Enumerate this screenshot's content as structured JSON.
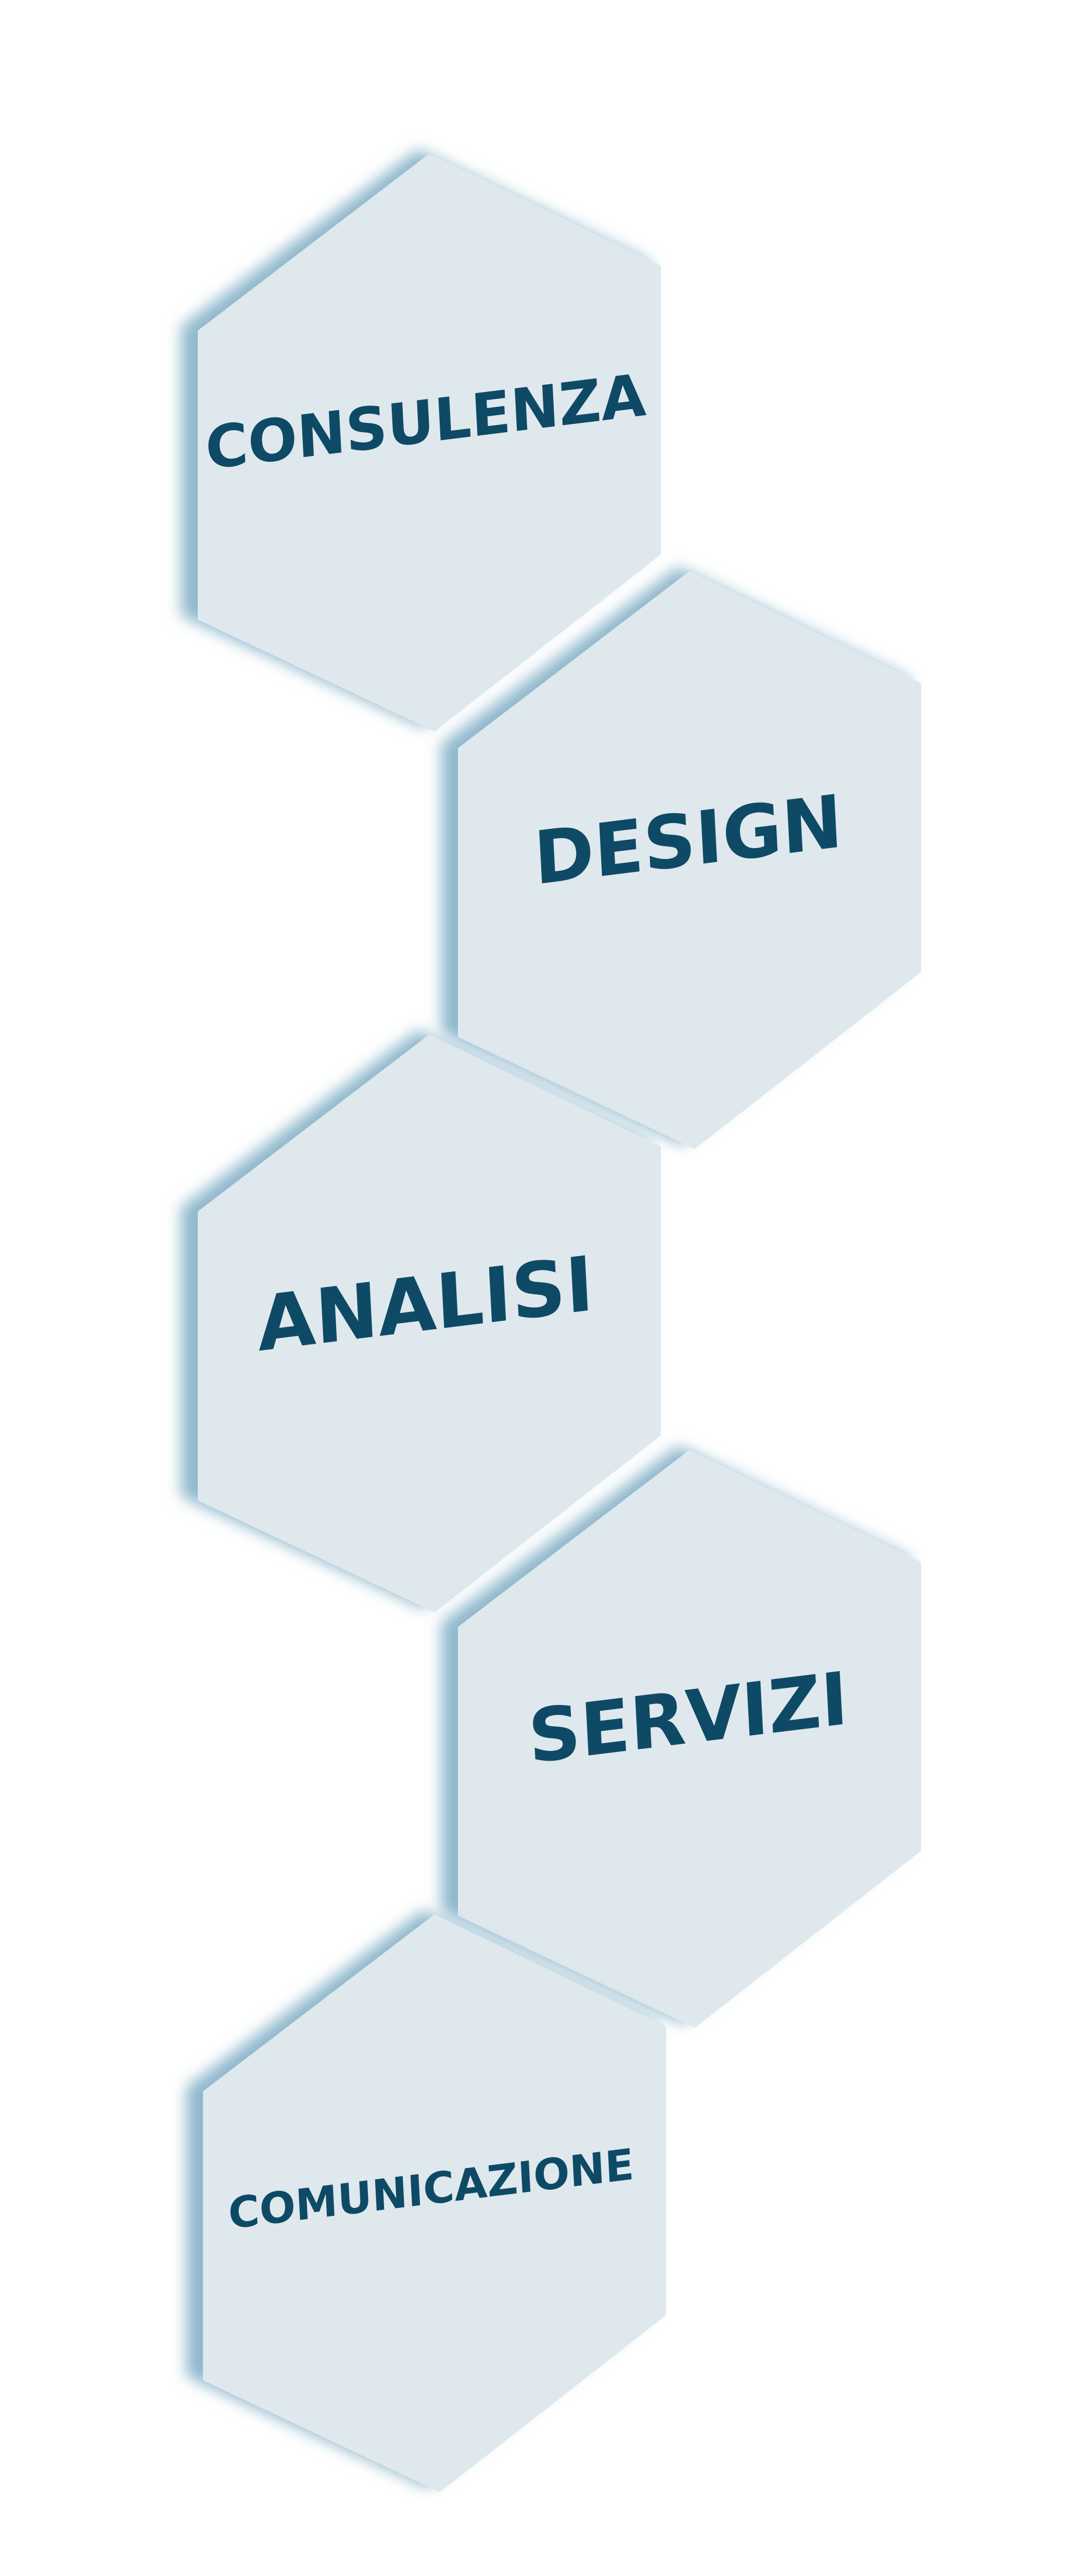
{
  "diagram": {
    "colors": {
      "background": "#ffffff",
      "hex_fill": "#dfe8ed",
      "hex_shadow": "#8fb8cc",
      "label": "#0e4a66"
    },
    "items": [
      {
        "label": "CONSULENZA"
      },
      {
        "label": "DESIGN"
      },
      {
        "label": "ANALISI"
      },
      {
        "label": "SERVIZI"
      },
      {
        "label": "COMUNICAZIONE"
      }
    ]
  }
}
